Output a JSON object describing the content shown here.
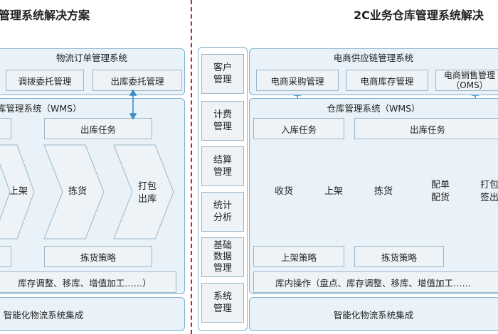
{
  "left": {
    "title": "管理系统解决方案",
    "oms_title": "物流订单管理系统",
    "oms_items": [
      "调拨委托管理",
      "出库委托管理"
    ],
    "wms_title": "库管理系统（WMS）",
    "task_outbound": "出库任务",
    "stages": [
      "上架",
      "拣货",
      "打包\n出库"
    ],
    "strategy_picking": "拣货策略",
    "inventory_ops": "库存调整、移库、增值加工……）",
    "integration": "智能化物流系统集成"
  },
  "middle": {
    "items": [
      "客户\n管理",
      "计费\n管理",
      "结算\n管理",
      "统计\n分析",
      "基础\n数据\n管理",
      "系统\n管理"
    ]
  },
  "right": {
    "title": "2C业务仓库管理系统解决",
    "ecom_title": "电商供应链管理系统",
    "ecom_items": [
      "电商采购管理",
      "电商库存管理",
      "电商销售管理\n（OMS）"
    ],
    "wms_title": "仓库管理系统（WMS）",
    "task_inbound": "入库任务",
    "task_outbound": "出库任务",
    "stages": [
      "收货",
      "上架",
      "拣货",
      "配单\n配货",
      "打包\n签出"
    ],
    "strategy_putaway": "上架策略",
    "strategy_picking": "拣货策略",
    "inventory_ops": "库内操作（盘点、库存调整、移库、增值加工……",
    "integration": "智能化物流系统集成"
  },
  "colors": {
    "panel_border": "#7fb0cf",
    "panel_fill": "#e9f2f8",
    "arrow": "#3a8fc8",
    "divider": "#d02020"
  }
}
